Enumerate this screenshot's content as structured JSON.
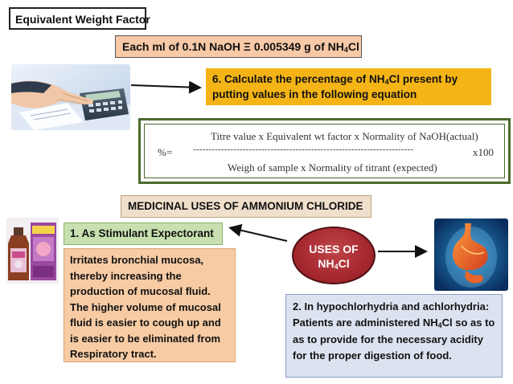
{
  "title": "Equivalent Weight Factor",
  "equivalence": {
    "prefix": "Each ml of 0.1N NaOH Ξ 0.005349 g of NH",
    "subscript": "4",
    "suffix": "Cl"
  },
  "step6": {
    "prefix": "6. Calculate the percentage of NH",
    "subscript": "4",
    "suffix": "Cl present by putting values in the following equation"
  },
  "equation": {
    "lhs": "%=",
    "numerator": "Titre value x Equivalent wt factor x Normality of NaOH(actual)",
    "dashes": "-----------------------------------------------------------------------",
    "multiplier": "x100",
    "denominator": "Weigh of sample x Normality of titrant (expected)"
  },
  "uses_header": "MEDICINAL USES OF AMMONIUM CHLORIDE",
  "use1": {
    "label": "1. As Stimulant Expectorant",
    "text": "Irritates bronchial mucosa, thereby increasing the production of mucosal fluid. The higher volume of mucosal fluid is easier to cough up and is easier to be eliminated from Respiratory tract."
  },
  "circle": {
    "line1": "USES OF",
    "line2_prefix": "NH",
    "line2_subscript": "4",
    "line2_suffix": "Cl"
  },
  "use2": {
    "part1": "2. In hypochlorhydria and achlorhydria: Patients are administered NH",
    "subscript": "4",
    "part2": "Cl so as to as to provide for the necessary acidity for the proper digestion of food."
  },
  "colors": {
    "equivalence_bg": "#f7c9a6",
    "step6_bg": "#f5b416",
    "equation_border": "#4c6b2e",
    "uses_header_bg": "#f0dfcb",
    "use1_label_bg": "#c8e0b0",
    "use1_box_bg": "#f7cba4",
    "circle": "#a5282f",
    "use2_bg": "#dce3f0"
  },
  "icons": {
    "calculator": "hand-on-calculator-image",
    "syrup": "syrup-bottle-image",
    "stomach": "stomach-image"
  }
}
